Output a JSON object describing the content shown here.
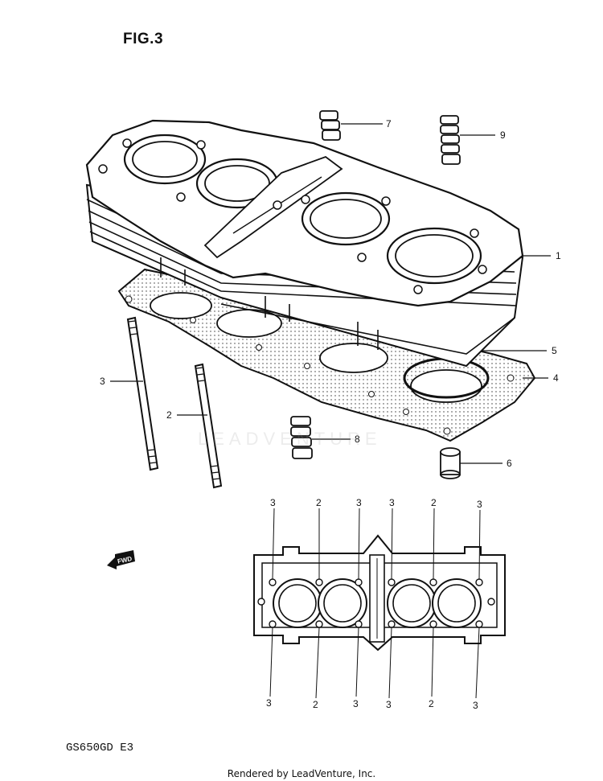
{
  "figure_title": "FIG.3",
  "model_code": "GS650GD E3",
  "watermark": "LEADVENTURE",
  "footer": "Rendered by LeadVenture, Inc.",
  "fwd_label": "FWD",
  "callouts": {
    "c1": "1",
    "c2": "2",
    "c3": "3",
    "c4": "4",
    "c5": "5",
    "c6": "6",
    "c7": "7",
    "c8": "8",
    "c9": "9"
  },
  "stud_map": {
    "top": [
      "3",
      "2",
      "3",
      "3",
      "2",
      "3"
    ],
    "bottom": [
      "3",
      "2",
      "3",
      "3",
      "2",
      "3"
    ]
  }
}
